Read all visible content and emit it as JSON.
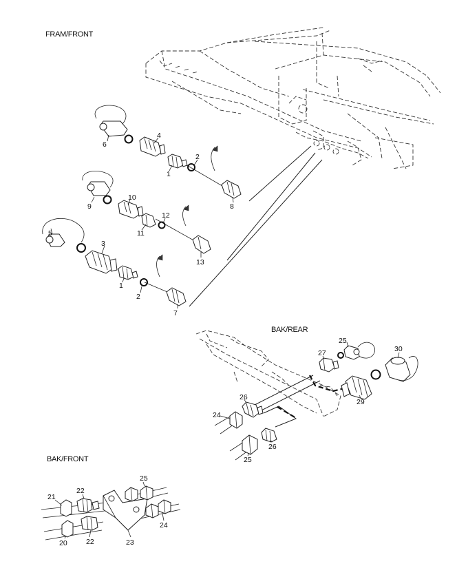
{
  "sections": {
    "fram_front": "FRAM/FRONT",
    "bak_rear": "BAK/REAR",
    "bak_front": "BAK/FRONT"
  },
  "callouts": [
    {
      "id": "c6a",
      "text": "6"
    },
    {
      "id": "c4a",
      "text": "4"
    },
    {
      "id": "c1a",
      "text": "1"
    },
    {
      "id": "c2a",
      "text": "2"
    },
    {
      "id": "c8a",
      "text": "8"
    },
    {
      "id": "c10a",
      "text": "10"
    },
    {
      "id": "c9a",
      "text": "9"
    },
    {
      "id": "c11a",
      "text": "11"
    },
    {
      "id": "c12a",
      "text": "12"
    },
    {
      "id": "c13a",
      "text": "13"
    },
    {
      "id": "c5a",
      "text": "5"
    },
    {
      "id": "c3a",
      "text": "3"
    },
    {
      "id": "c1b",
      "text": "1"
    },
    {
      "id": "c2b",
      "text": "2"
    },
    {
      "id": "c7a",
      "text": "7"
    },
    {
      "id": "c25a",
      "text": "25"
    },
    {
      "id": "c27a",
      "text": "27"
    },
    {
      "id": "c30a",
      "text": "30"
    },
    {
      "id": "c29a",
      "text": "29"
    },
    {
      "id": "c26a",
      "text": "26"
    },
    {
      "id": "c24a",
      "text": "24"
    },
    {
      "id": "c26b",
      "text": "26"
    },
    {
      "id": "c25b",
      "text": "25"
    },
    {
      "id": "c25c",
      "text": "25"
    },
    {
      "id": "c21a",
      "text": "21"
    },
    {
      "id": "c22a",
      "text": "22"
    },
    {
      "id": "c20a",
      "text": "20"
    },
    {
      "id": "c22b",
      "text": "22"
    },
    {
      "id": "c23a",
      "text": "23"
    },
    {
      "id": "c24b",
      "text": "24"
    }
  ]
}
